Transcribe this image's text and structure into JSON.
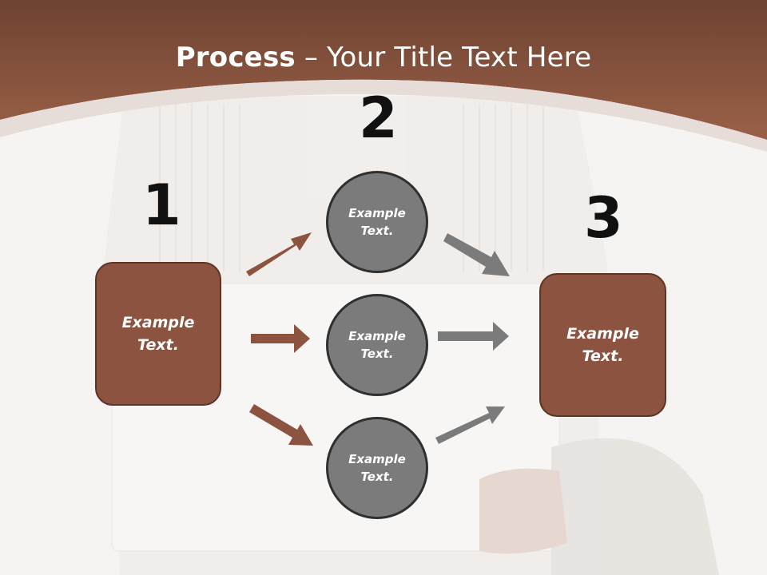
{
  "title": {
    "bold": "Process",
    "rest": " – Your Title Text Here"
  },
  "steps": {
    "one": "1",
    "two": "2",
    "three": "3"
  },
  "boxes": {
    "left_line1": "Example",
    "left_line2": "Text.",
    "right_line1": "Example",
    "right_line2": "Text."
  },
  "circles": [
    {
      "line1": "Example",
      "line2": "Text."
    },
    {
      "line1": "Example",
      "line2": "Text."
    },
    {
      "line1": "Example",
      "line2": "Text."
    }
  ],
  "colors": {
    "header_brown": "#8c5440",
    "box_fill": "#8c5440",
    "box_border": "#5e3426",
    "circle_fill": "#7b7b7b",
    "arrow_brown": "#8c5440",
    "arrow_gray": "#7b7b7b"
  }
}
